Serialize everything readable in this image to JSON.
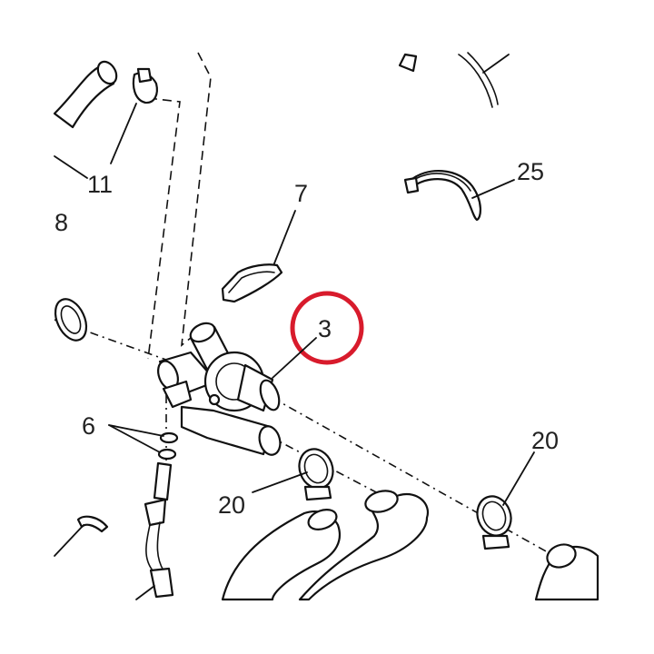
{
  "diagram": {
    "callouts": {
      "c11": "11",
      "c8": "8",
      "c7": "7",
      "c25": "25",
      "c3": "3",
      "c6": "6",
      "c20a": "20",
      "c20b": "20"
    },
    "highlight": {
      "target": "3",
      "color": "#d81b2c"
    }
  }
}
